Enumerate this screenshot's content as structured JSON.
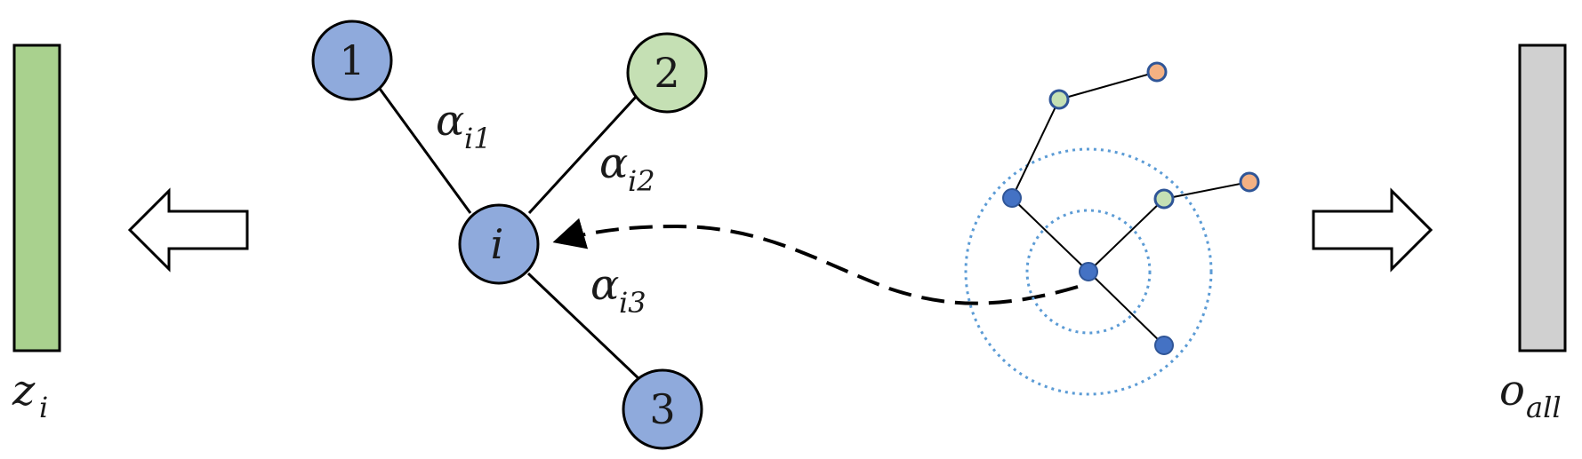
{
  "left_bar": {
    "label_main": "z",
    "label_sub": "i",
    "color": "#a9d18e"
  },
  "right_bar": {
    "label_main": "o",
    "label_sub": "all",
    "color": "#d0d0d0"
  },
  "graph": {
    "center_node": {
      "label": "i",
      "color": "#8faadc"
    },
    "neighbors": [
      {
        "label": "1",
        "color": "#8faadc"
      },
      {
        "label": "2",
        "color": "#c5e0b4"
      },
      {
        "label": "3",
        "color": "#8faadc"
      }
    ],
    "edge_weights": [
      {
        "main": "α",
        "sub": "i1"
      },
      {
        "main": "α",
        "sub": "i2"
      },
      {
        "main": "α",
        "sub": "i3"
      }
    ]
  },
  "mini_graph": {
    "node_colors": {
      "center": "#4472c4",
      "first_hop": "#4472c4",
      "second_hop": "#c5e0b4",
      "third_hop": "#f4b183"
    },
    "ring_color": "#5b9bd5"
  },
  "arrow_color": "#000000"
}
